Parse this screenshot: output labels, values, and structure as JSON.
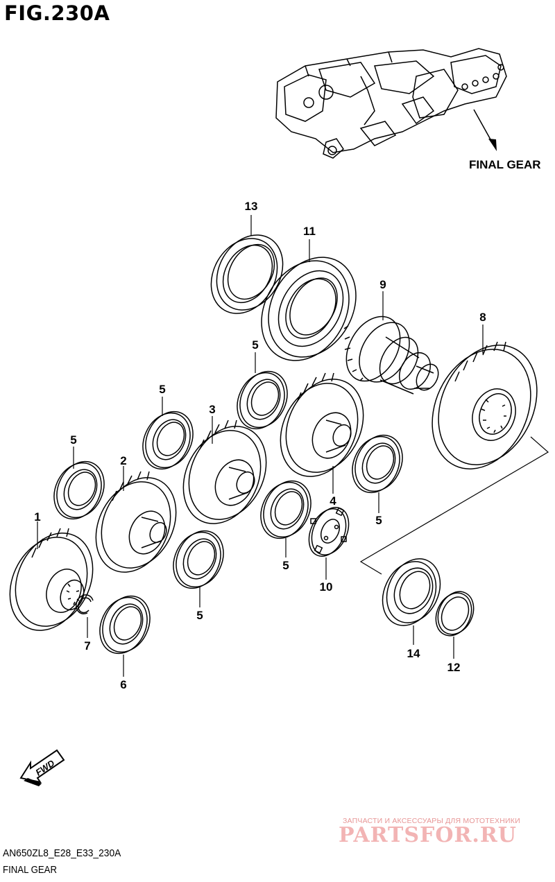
{
  "figure": {
    "title": "FIG.230A",
    "assembly_label": "FINAL GEAR",
    "fwd_label": "FWD",
    "code": "AN650ZL8_E28_E33_230A",
    "name": "FINAL GEAR"
  },
  "callouts": {
    "p1": "1",
    "p2": "2",
    "p3": "3",
    "p4": "4",
    "p5a": "5",
    "p5b": "5",
    "p5c": "5",
    "p5d": "5",
    "p5e": "5",
    "p5f": "5",
    "p6": "6",
    "p7": "7",
    "p8": "8",
    "p9": "9",
    "p10": "10",
    "p11": "11",
    "p12": "12",
    "p13": "13",
    "p14": "14"
  },
  "watermark": {
    "line1": "ЗАПЧАСТИ И АКСЕССУАРЫ ДЛЯ МОТОТЕХНИКИ",
    "logo": "PARTSFOR.RU"
  }
}
